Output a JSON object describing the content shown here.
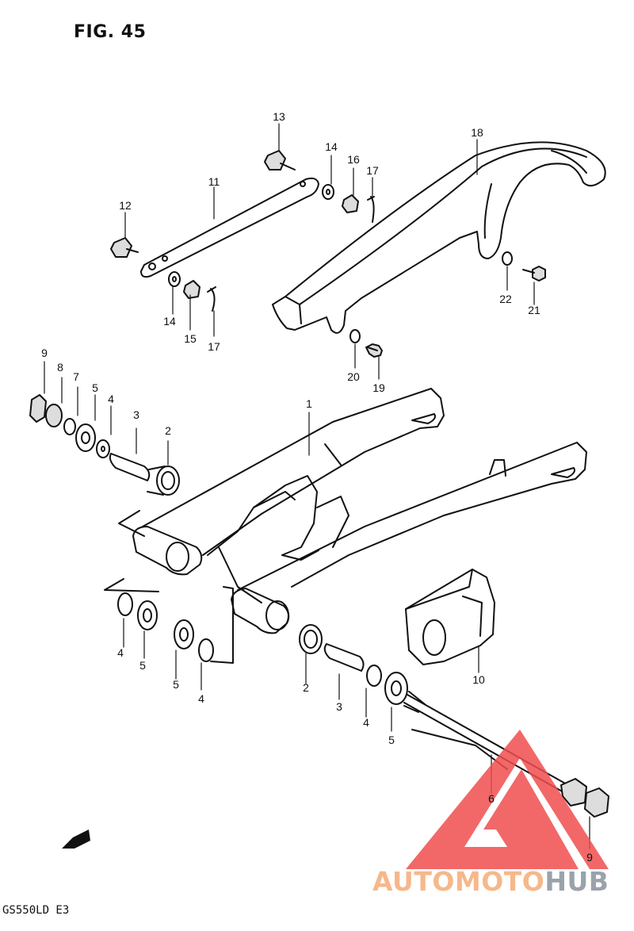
{
  "title": "FIG. 45",
  "model_code": "GS550LD E3",
  "fwd_label": "FWD",
  "watermark": {
    "part1": "AUTOMOTO",
    "part2": "HUB",
    "color1": "#f6b88a",
    "color2": "#9aa3ab",
    "logo_color": "#f04e4e"
  },
  "callouts": [
    "1",
    "2",
    "2",
    "3",
    "3",
    "4",
    "4",
    "4",
    "4",
    "5",
    "5",
    "5",
    "5",
    "6",
    "7",
    "8",
    "9",
    "9",
    "10",
    "11",
    "12",
    "13",
    "14",
    "14",
    "15",
    "16",
    "17",
    "17",
    "18",
    "19",
    "20",
    "21",
    "22"
  ]
}
